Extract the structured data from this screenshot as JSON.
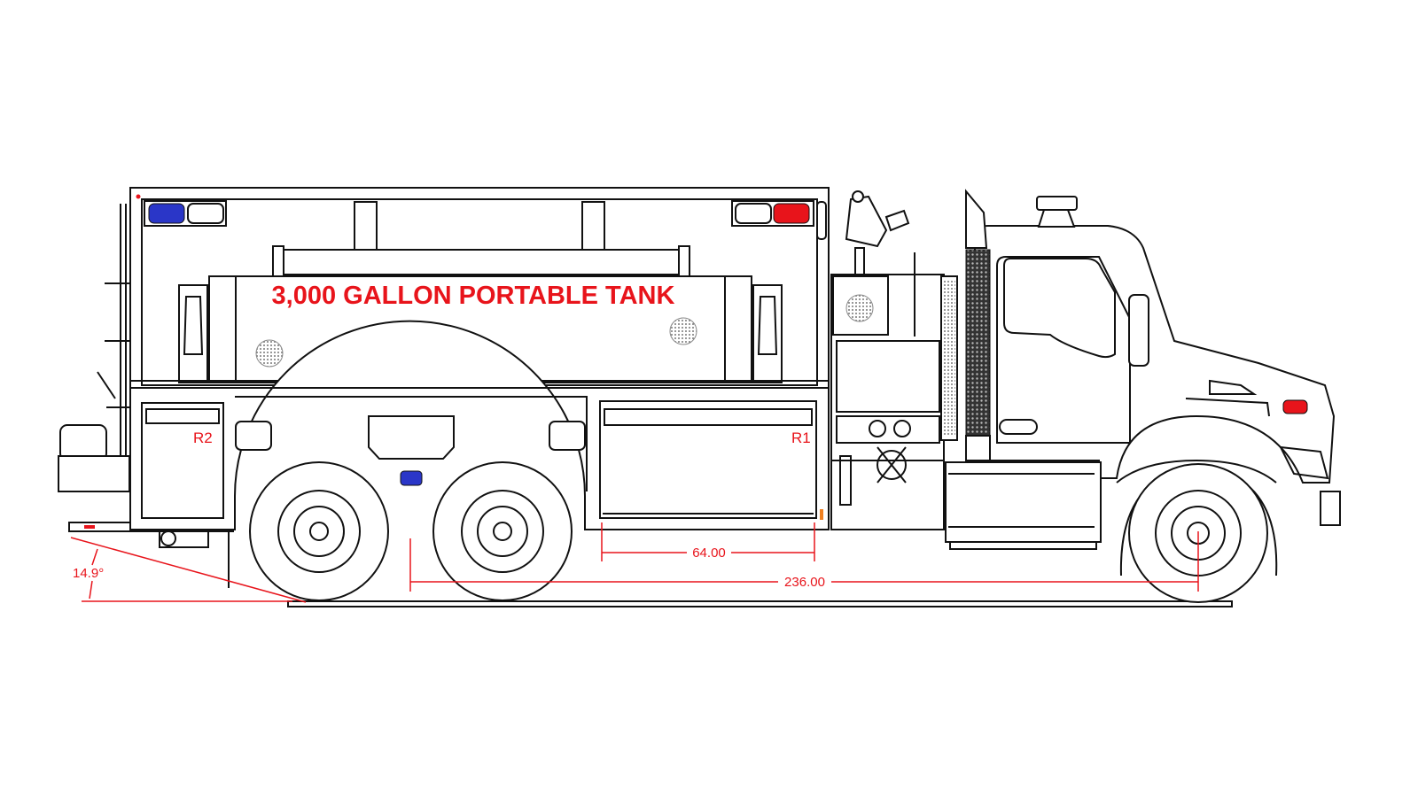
{
  "drawing": {
    "tank_label": "3,000 GALLON PORTABLE TANK",
    "compartments": [
      {
        "label": "R2"
      },
      {
        "label": "R1"
      }
    ],
    "dimensions": {
      "compartment_width": "64.00",
      "wheelbase": "236.00",
      "departure_angle": "14.9°"
    },
    "colors": {
      "line": "#111111",
      "dimension": "#e8141b",
      "warning_blue": "#2a36c8",
      "warning_red": "#e8141b"
    }
  }
}
